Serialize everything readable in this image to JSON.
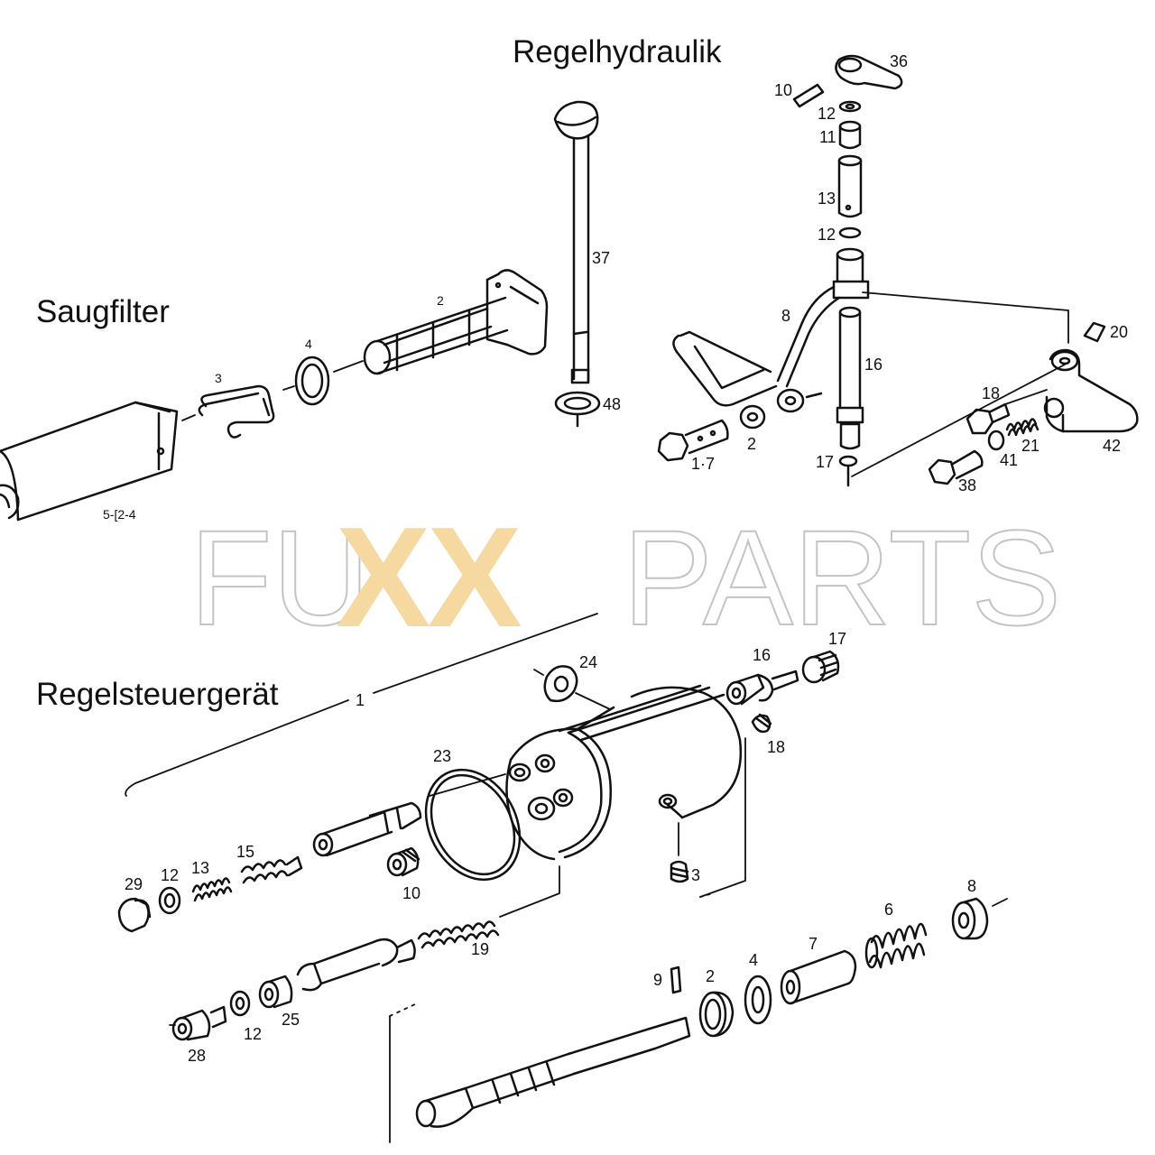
{
  "titles": {
    "regelhydraulik": "Regelhydraulik",
    "saugfilter": "Saugfilter",
    "regelsteuergeraet": "Regelsteuergerät"
  },
  "watermark": {
    "part1": "FU",
    "part2": "XX",
    "part3": "PARTS",
    "outline_color": "#c4c4c4",
    "accent_color": "#f5d9a0"
  },
  "labels": {
    "hyd": [
      "36",
      "10",
      "12",
      "11",
      "13",
      "12",
      "37",
      "8",
      "16",
      "20",
      "18",
      "21",
      "41",
      "42",
      "38",
      "48",
      "1·7",
      "2",
      "17"
    ],
    "saug": [
      "2",
      "4",
      "3",
      "5-[2-4"
    ],
    "steuer": [
      "1",
      "24",
      "16",
      "17",
      "18",
      "23",
      "3",
      "15",
      "13",
      "12",
      "29",
      "10",
      "19",
      "25",
      "12",
      "28",
      "9",
      "2",
      "4",
      "7",
      "6",
      "8"
    ]
  }
}
